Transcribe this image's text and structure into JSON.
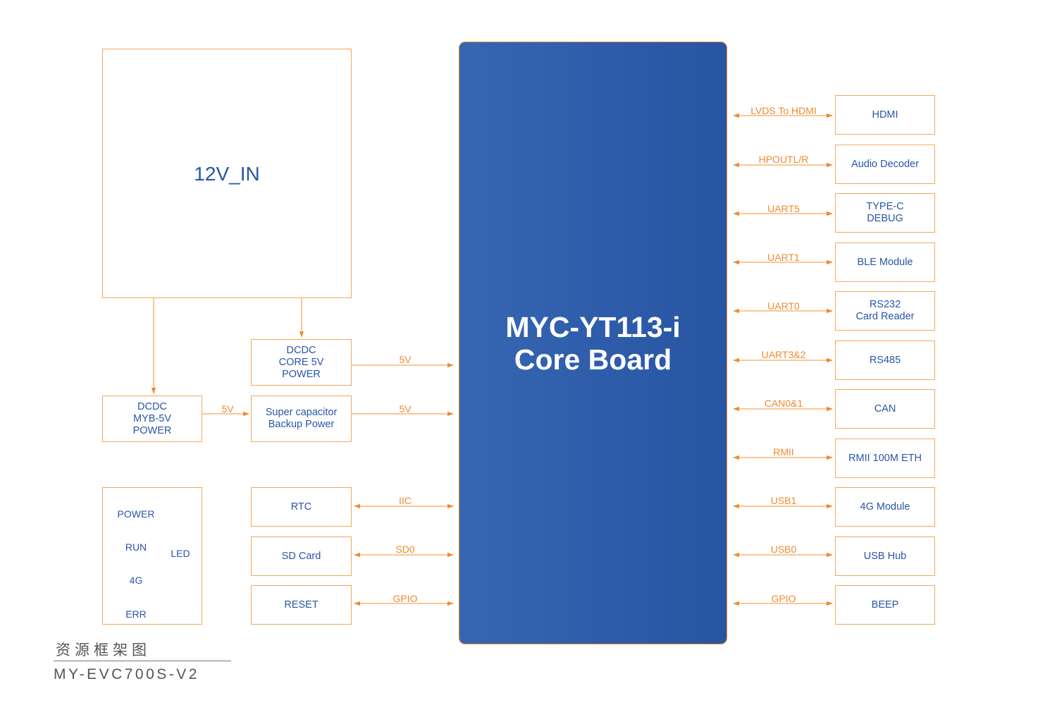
{
  "colors": {
    "accent_orange": "#ef8a2f",
    "box_border": "#f5a75a",
    "text_blue": "#2a55a6",
    "core_gradient_start": "#3667b1",
    "core_gradient_end": "#2855a2",
    "led_red": "#ff1a1a",
    "led_green": "#1aa33a"
  },
  "core_board": {
    "line1": "MYC-YT113-i",
    "line2": "Core Board"
  },
  "power": {
    "input": "12V_IN",
    "dcdc_core": "DCDC\nCORE 5V\nPOWER",
    "dcdc_myb": "DCDC\nMYB-5V\nPOWER",
    "supercap": "Super capacitor\nBackup Power",
    "signals": {
      "myb_to_supercap": "5V",
      "core_to_board": "5V",
      "supercap_to_board": "5V"
    }
  },
  "led": {
    "title": "LED",
    "items": [
      {
        "label": "POWER",
        "color": "red"
      },
      {
        "label": "RUN",
        "color": "green"
      },
      {
        "label": "4G",
        "color": "green"
      },
      {
        "label": "ERR",
        "color": "red"
      }
    ]
  },
  "left_peripherals": [
    {
      "name": "RTC",
      "signal": "IIC"
    },
    {
      "name": "SD Card",
      "signal": "SD0"
    },
    {
      "name": "RESET",
      "signal": "GPIO"
    }
  ],
  "right_peripherals": [
    {
      "name": "HDMI",
      "signal": "LVDS To HDMI"
    },
    {
      "name": "Audio Decoder",
      "signal": "HPOUTL/R"
    },
    {
      "name": "TYPE-C\nDEBUG",
      "signal": "UART5"
    },
    {
      "name": "BLE Module",
      "signal": "UART1"
    },
    {
      "name": "RS232\nCard Reader",
      "signal": "UART0"
    },
    {
      "name": "RS485",
      "signal": "UART3&2"
    },
    {
      "name": "CAN",
      "signal": "CAN0&1"
    },
    {
      "name": "RMII 100M ETH",
      "signal": "RMII"
    },
    {
      "name": "4G Module",
      "signal": "USB1"
    },
    {
      "name": "USB Hub",
      "signal": "USB0"
    },
    {
      "name": "BEEP",
      "signal": "GPIO"
    }
  ],
  "footer": {
    "title_cn": "资源框架图",
    "model": "MY-EVC700S-V2"
  }
}
